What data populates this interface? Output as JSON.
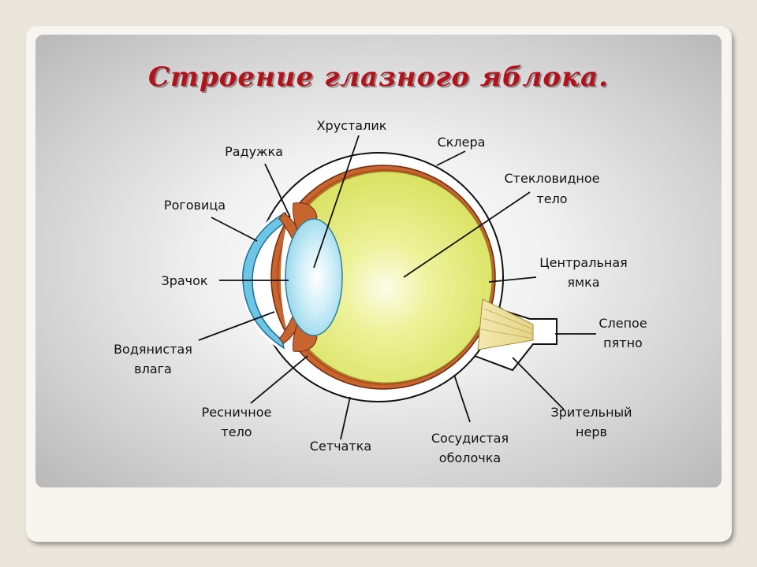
{
  "title": "Строение глазного яблока.",
  "labels": {
    "lens": "Хрусталик",
    "sclera": "Склера",
    "iris": "Радужка",
    "vitreous_1": "Стекловидное",
    "vitreous_2": "тело",
    "cornea": "Роговица",
    "fovea_1": "Центральная",
    "fovea_2": "ямка",
    "pupil": "Зрачок",
    "blind_spot_1": "Слепое",
    "blind_spot_2": "пятно",
    "aqueous_1": "Водянистая",
    "aqueous_2": "влага",
    "optic_nerve_1": "Зрительный",
    "optic_nerve_2": "нерв",
    "ciliary_1": "Ресничное",
    "ciliary_2": "тело",
    "retina": "Сетчатка",
    "choroid_1": "Сосудистая",
    "choroid_2": "оболочка"
  },
  "colors": {
    "title": "#b4121b",
    "vitreous": "#dfe86a",
    "choroid": "#c8642e",
    "lens": "#bfe6f2",
    "cornea": "#6ec6e6"
  }
}
